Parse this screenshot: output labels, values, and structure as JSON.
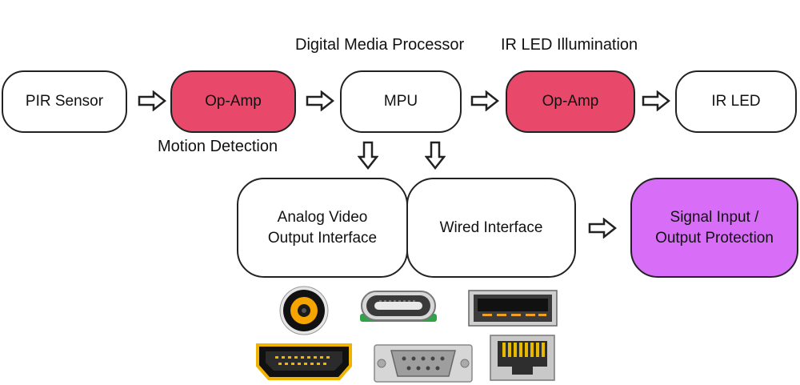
{
  "nodes": {
    "pir_sensor": "PIR Sensor",
    "op_amp_1": "Op-Amp",
    "mpu": "MPU",
    "op_amp_2": "Op-Amp",
    "ir_led": "IR LED",
    "analog_video": "Analog Video\nOutput Interface",
    "wired_interface": "Wired Interface",
    "signal_protection": "Signal Input /\nOutput Protection"
  },
  "captions": {
    "digital_media_processor": "Digital Media Processor",
    "ir_led_illumination": "IR LED Illumination",
    "motion_detection": "Motion Detection"
  },
  "colors": {
    "op_amp": "#e8496a",
    "protection": "#d86ef7",
    "border": "#222222"
  },
  "connectors": [
    "rca-connector-icon",
    "usb-c-connector-icon",
    "usb-a-connector-icon",
    "hdmi-connector-icon",
    "db9-serial-connector-icon",
    "rj45-ethernet-connector-icon"
  ]
}
